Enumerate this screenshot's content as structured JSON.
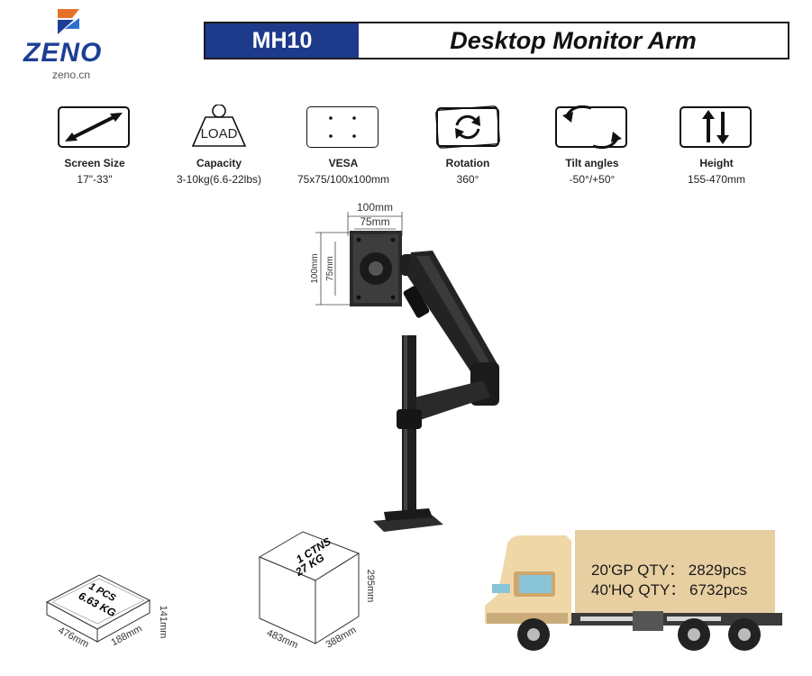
{
  "brand": {
    "name": "ZENO",
    "site": "zeno.cn"
  },
  "header": {
    "model": "MH10",
    "title": "Desktop Monitor Arm"
  },
  "specs": [
    {
      "icon": "diagonal-arrow-icon",
      "label": "Screen Size",
      "value": "17\"-33\""
    },
    {
      "icon": "weight-icon",
      "label": "Capacity",
      "value": "3-10kg(6.6-22lbs)",
      "icon_text": "LOAD"
    },
    {
      "icon": "vesa-pattern-icon",
      "label": "VESA",
      "value": "75x75/100x100mm"
    },
    {
      "icon": "rotation-icon",
      "label": "Rotation",
      "value": "360°"
    },
    {
      "icon": "tilt-icon",
      "label": "Tilt angles",
      "value": "-50°/+50°"
    },
    {
      "icon": "height-icon",
      "label": "Height",
      "value": "155-470mm"
    }
  ],
  "vesa_dims": {
    "outer_w": "100mm",
    "inner_w": "75mm",
    "outer_h": "100mm",
    "inner_h": "75mm"
  },
  "single_package": {
    "top_line1": "1 PCS",
    "top_line2": "6.63 KG",
    "length": "476mm",
    "width": "188mm",
    "height": "141mm"
  },
  "carton": {
    "top_line1": "1 CTNS",
    "top_line2": "27 KG",
    "length": "483mm",
    "width": "388mm",
    "height": "295mm"
  },
  "container": {
    "gp20": "20'GP QTY：  2829pcs",
    "hq40": "40'HQ QTY：  6732pcs"
  },
  "colors": {
    "brand_blue": "#1e3a8a",
    "truck_body": "#e8cfa2",
    "truck_cab": "#f0d7a8"
  }
}
